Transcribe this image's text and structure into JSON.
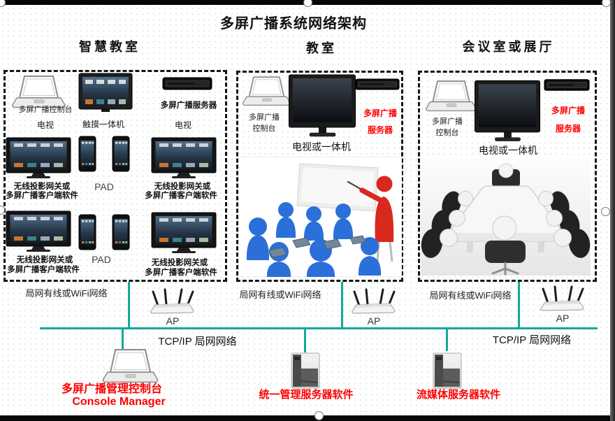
{
  "title": "多屏广播系统网络架构",
  "sections": {
    "smart_classroom": {
      "header": "智慧教室",
      "console_label": "多屏广播控制台",
      "tv_label": "电视",
      "touch_label": "触摸一体机",
      "server_label": "多屏广播服务器",
      "gateway_label": "无线投影网关或",
      "client_label": "多屏广播客户端软件",
      "pad_label": "PAD"
    },
    "classroom": {
      "header": "教室",
      "console_line1": "多屏广播",
      "console_line2": "控制台",
      "display_label": "电视或一体机",
      "server_line1": "多屏广播",
      "server_line2": "服务器"
    },
    "meeting_room": {
      "header": "会议室或展厅",
      "console_line1": "多屏广播",
      "console_line2": "控制台",
      "display_label": "电视或一体机",
      "server_line1": "多屏广播",
      "server_line2": "服务器"
    }
  },
  "network": {
    "lan_label": "局网有线或WiFi网络",
    "ap_label": "AP",
    "tcpip_label": "TCP/IP 局网网络",
    "line_color": "#14a79a"
  },
  "bottom": {
    "console_cn": "多屏广播管理控制台",
    "console_en": "Console Manager",
    "management_server": "统一管理服务器软件",
    "streaming_server": "流媒体服务器软件"
  },
  "colors": {
    "highlight_red": "#ff0000",
    "network_teal": "#14a79a",
    "border_black": "#151515"
  }
}
